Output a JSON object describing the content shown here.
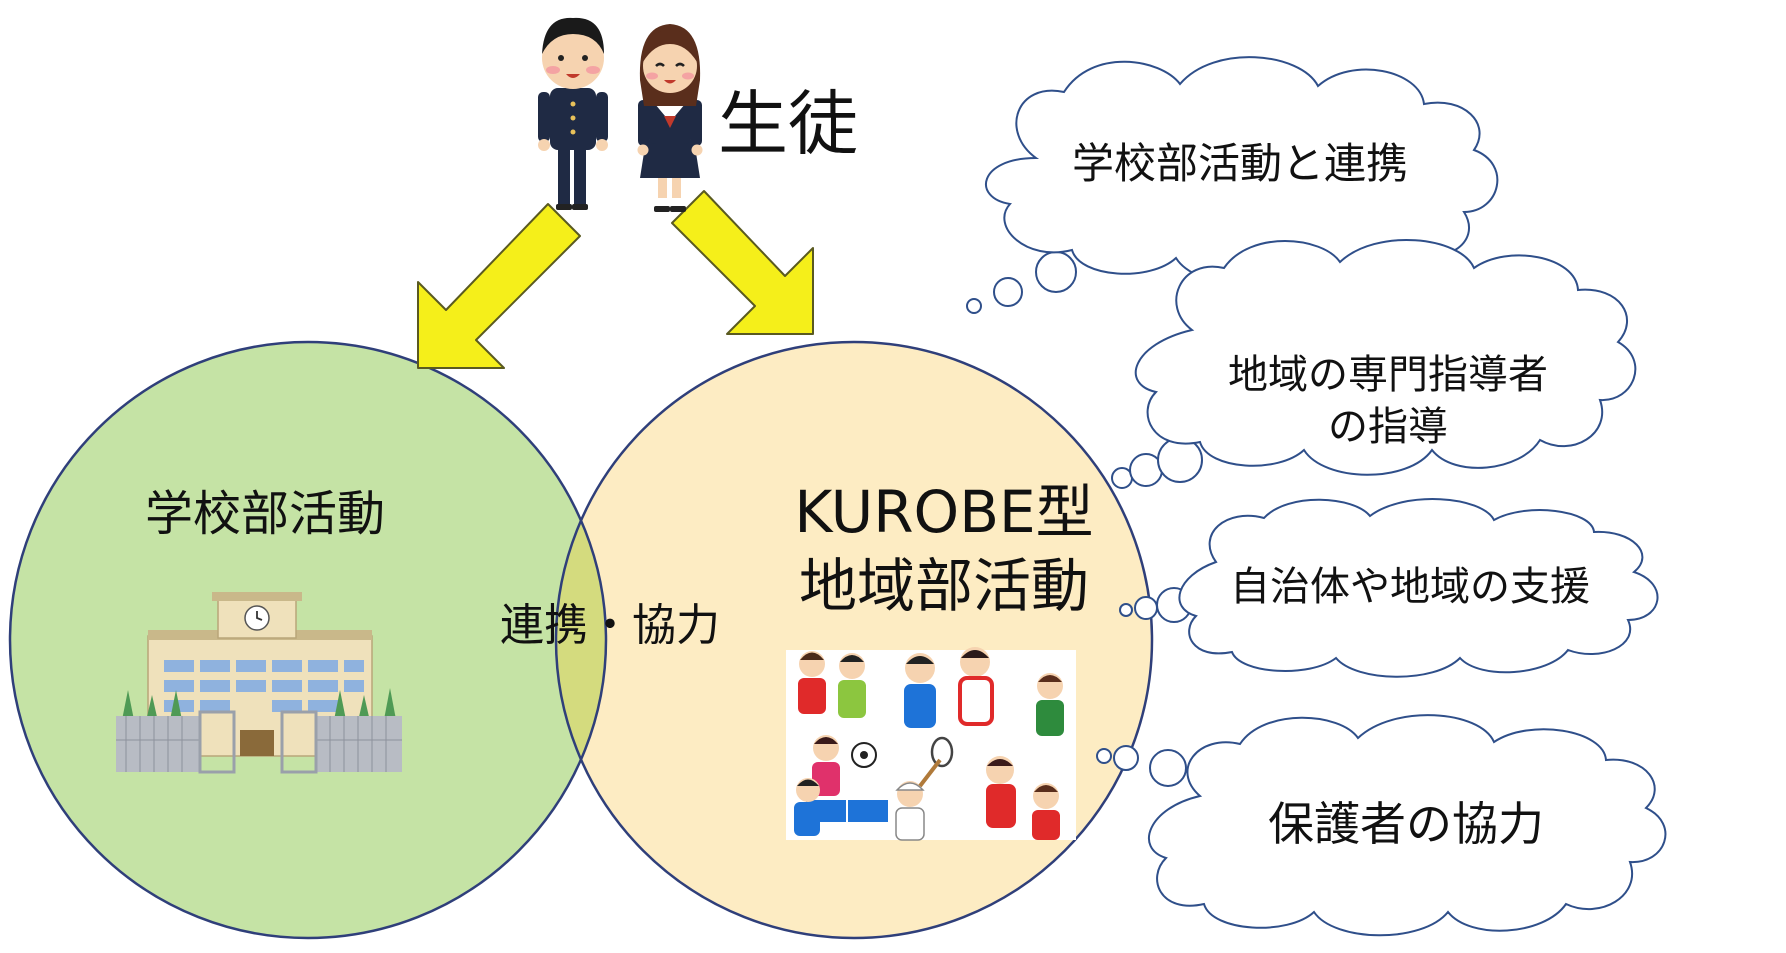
{
  "top": {
    "label": "生徒",
    "illustration": "student-pair-illustration"
  },
  "venn": {
    "left": {
      "title": "学校部活動",
      "illustration": "school-building-illustration",
      "color": "#c5e3a5"
    },
    "right": {
      "title_line1": "KUROBE型",
      "title_line2": "地域部活動",
      "illustration": "sports-players-illustration",
      "color": "#fdecc3"
    },
    "overlap": {
      "label": "連携・協力",
      "color": "#d4db7e"
    },
    "outline_color": "#2f3f7a"
  },
  "arrows": {
    "color": "#f5ef1a",
    "outline": "#5a5a20"
  },
  "bubbles": [
    {
      "line1": "学校部活動と連携",
      "line2": ""
    },
    {
      "line1": "地域の専門指導者",
      "line2": "の指導"
    },
    {
      "line1": "自治体や地域の支援",
      "line2": ""
    },
    {
      "line1": "保護者の協力",
      "line2": ""
    }
  ],
  "bubble_outline": "#2f4f8a"
}
